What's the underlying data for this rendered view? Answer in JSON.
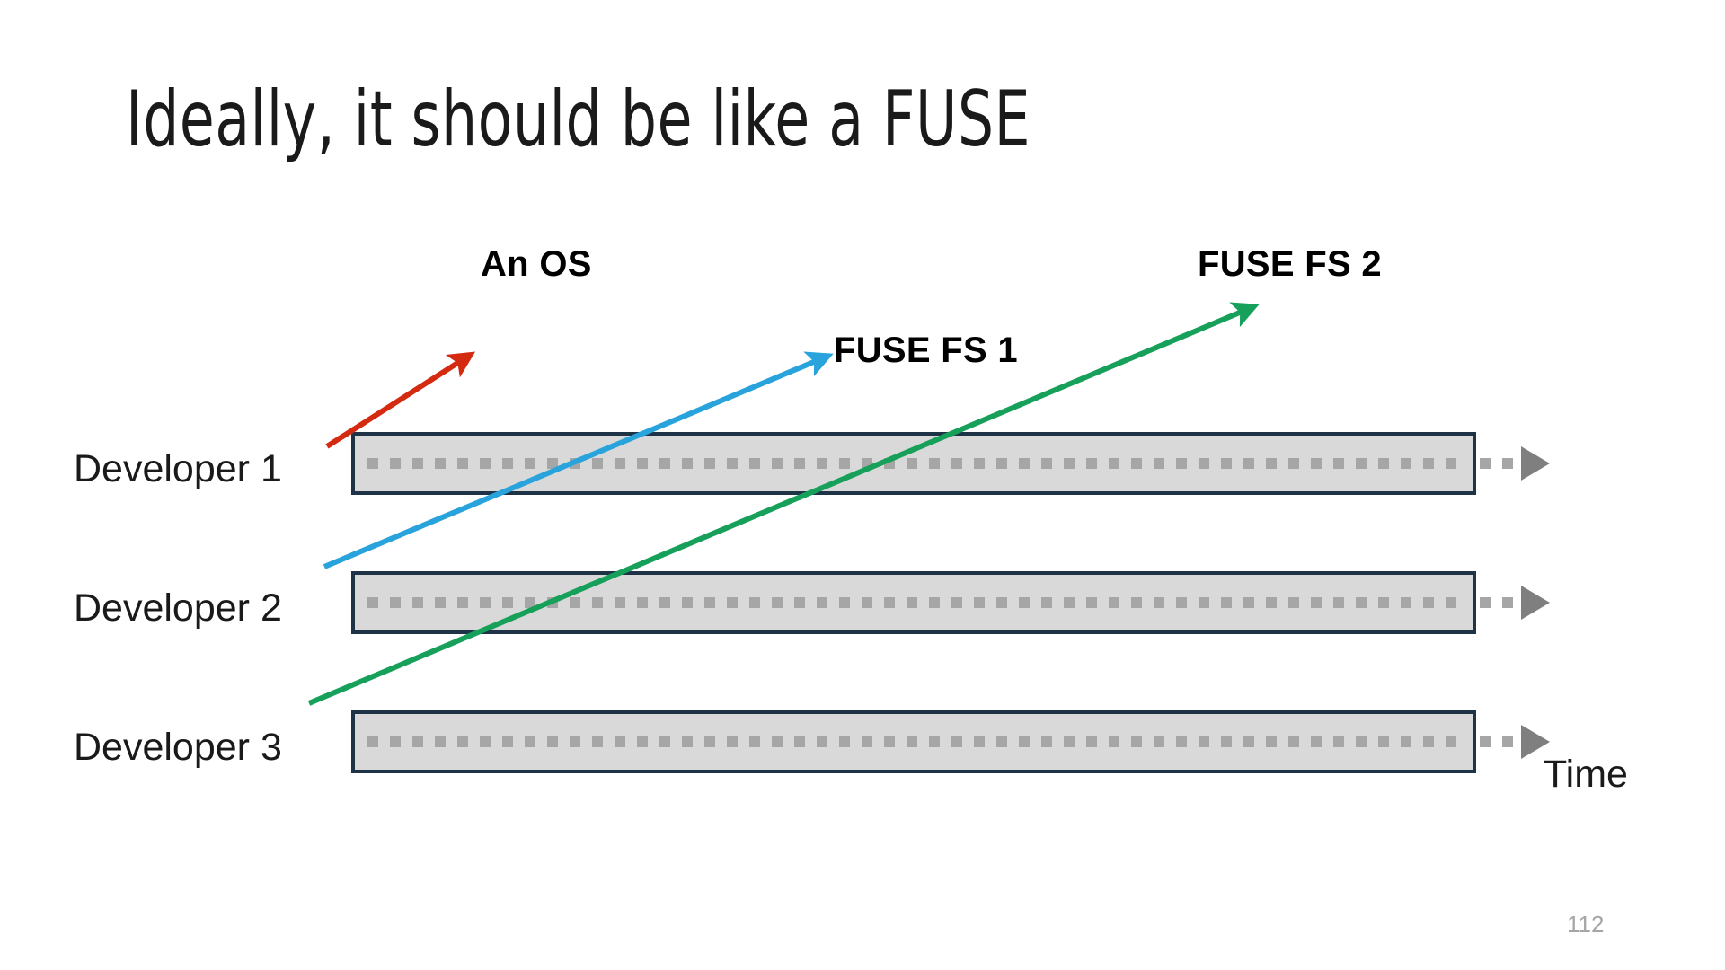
{
  "slide": {
    "title": "Ideally, it should be like a FUSE",
    "page_number": "112",
    "background_color": "#ffffff"
  },
  "diagram": {
    "type": "timeline-swimlanes",
    "axis_label": "Time",
    "rows": [
      {
        "label": "Developer 1"
      },
      {
        "label": "Developer 2"
      },
      {
        "label": "Developer 3"
      }
    ],
    "bar_style": {
      "fill_color": "#d9d9d9",
      "border_color": "#1f3347",
      "dash_color": "#a6a6a6",
      "arrowhead_color": "#7f7f7f"
    },
    "annotations": [
      {
        "id": "an-os",
        "label": "An OS",
        "arrow_color": "#d42a10",
        "arrow_from": "Developer 1 lane start",
        "arrow_to": "upper right"
      },
      {
        "id": "fuse-fs-1",
        "label": "FUSE FS 1",
        "arrow_color": "#29a3dc",
        "arrow_from": "Developer 2 lane start",
        "arrow_to": "upper right"
      },
      {
        "id": "fuse-fs-2",
        "label": "FUSE FS 2",
        "arrow_color": "#16a05a",
        "arrow_from": "Developer 3 lane start",
        "arrow_to": "upper right"
      }
    ]
  }
}
